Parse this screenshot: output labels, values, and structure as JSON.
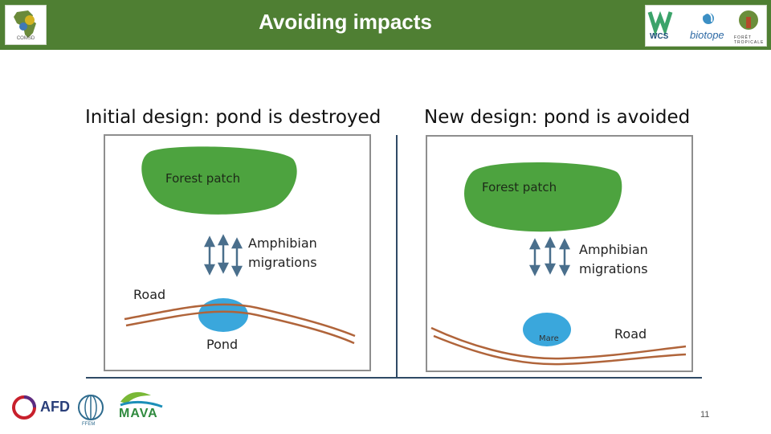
{
  "header": {
    "title": "Avoiding impacts",
    "bg_color": "#4f7f33",
    "logos": {
      "left": "COMSD",
      "partners": [
        "WCS",
        "biotope",
        "FORÊT TROPICALE"
      ]
    }
  },
  "panels": [
    {
      "heading": "Initial design: pond is destroyed",
      "forest_label": "Forest patch",
      "migration_label_1": "Amphibian",
      "migration_label_2": "migrations",
      "road_label": "Road",
      "pond_label": "Pond"
    },
    {
      "heading": "New design: pond is avoided",
      "forest_label": "Forest patch",
      "migration_label_1": "Amphibian",
      "migration_label_2": "migrations",
      "road_label": "Road",
      "pond_label": "Mare"
    }
  ],
  "colors": {
    "forest": "#4da33f",
    "pond": "#3aa7dc",
    "road": "#b0643a",
    "arrow": "#4a6f8c",
    "divider": "#2f4a66"
  },
  "footer": {
    "logos": [
      "AFD",
      "FFEM",
      "MAVA"
    ],
    "page_number": "11"
  }
}
